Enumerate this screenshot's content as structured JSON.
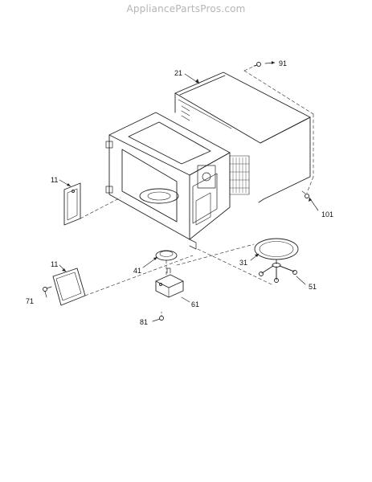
{
  "watermark": "AppliancePartsPros.com",
  "callouts": {
    "p91": "91",
    "p21": "21",
    "p101": "101",
    "p11a": "11",
    "p11b": "11",
    "p41": "41",
    "p31": "31",
    "p51": "51",
    "p61": "61",
    "p71": "71",
    "p81": "81"
  },
  "colors": {
    "line": "#222222",
    "watermark": "#b5b5b5"
  }
}
